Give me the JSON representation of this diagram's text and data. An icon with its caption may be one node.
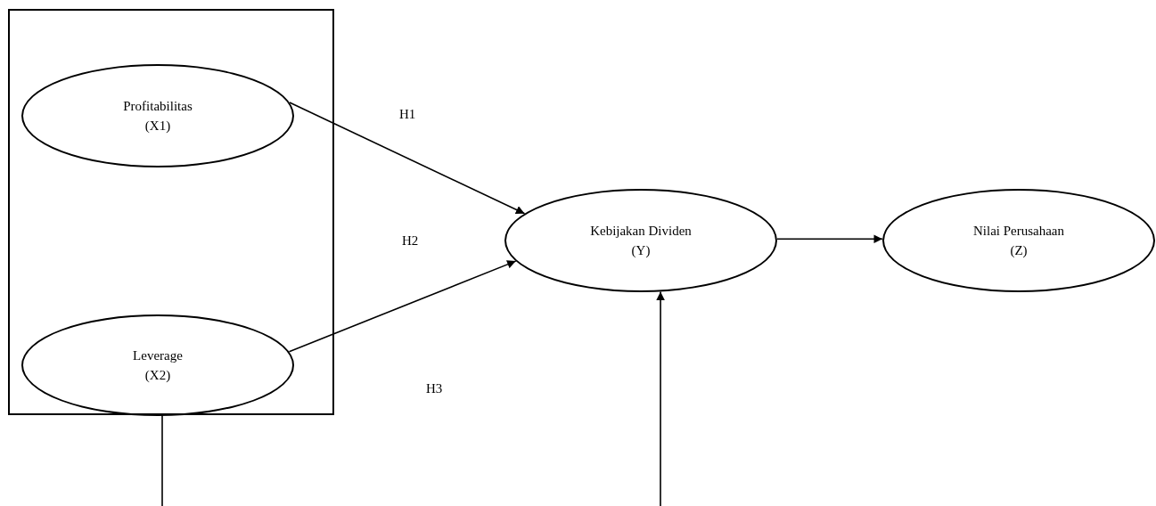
{
  "diagram": {
    "nodes": [
      {
        "text": [],
        "shape": "box"
      },
      {
        "text": [
          "Profitabilitas",
          "(X1)"
        ],
        "in": 0
      },
      {
        "text": [
          "Leverage",
          "(X2)"
        ],
        "in": 0
      },
      {
        "text": [
          "Kebijakan Dividen",
          "(Y)"
        ]
      },
      {
        "text": [
          "Nilai Perusahaan",
          "(Z)"
        ]
      }
    ],
    "edges": [
      {
        "from": 1,
        "to": 3,
        "arrow": "to"
      },
      {
        "from": 2,
        "to": 3,
        "arrow": "to"
      },
      {
        "from": 3,
        "to": 4,
        "arrow": "to"
      },
      {
        "from": 0,
        "to": 3,
        "arrow": "to"
      }
    ],
    "labels": [
      "H1",
      "H2",
      "H3"
    ]
  }
}
